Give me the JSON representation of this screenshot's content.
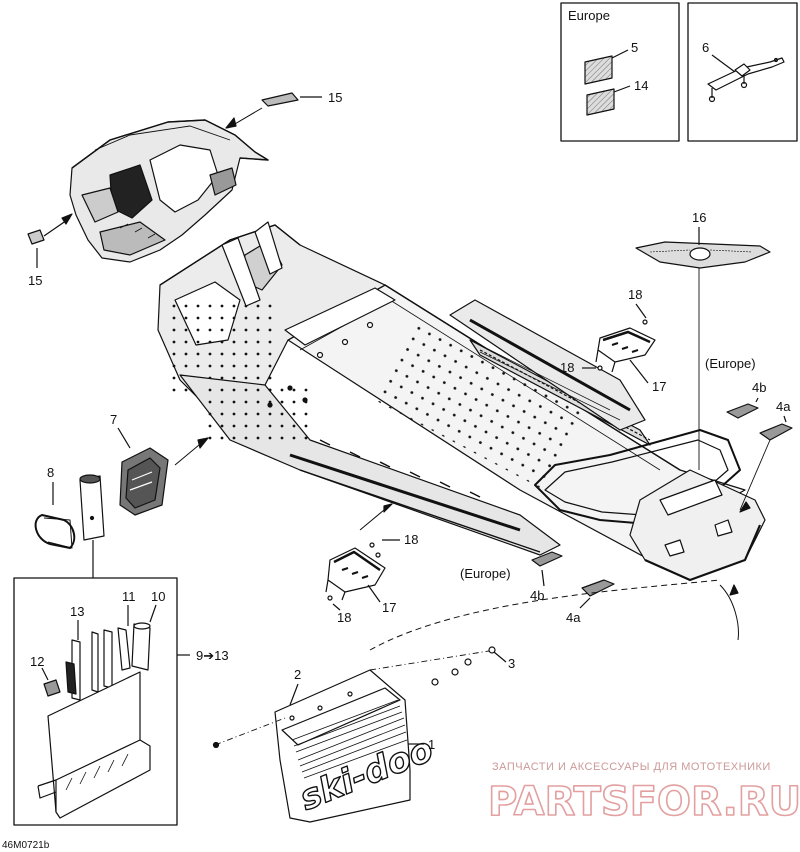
{
  "diagram": {
    "code": "46M0721b",
    "inset_europe": {
      "title": "Europe",
      "labels": [
        "5",
        "14"
      ]
    },
    "inset_six": {
      "labels": [
        "6"
      ]
    },
    "labels": {
      "l15_top": "15",
      "l15_left": "15",
      "l16": "16",
      "l18_rt": "18",
      "l18_rl": "18",
      "l17_r": "17",
      "europe_r": "(Europe)",
      "l4b_r": "4b",
      "l4a_r": "4a",
      "l7": "7",
      "l8": "8",
      "l18_bt": "18",
      "l17_b": "17",
      "l18_bb": "18",
      "europe_b": "(Europe)",
      "l4b_b": "4b",
      "l4a_b": "4a",
      "l13": "13",
      "l11": "11",
      "l10": "10",
      "l12": "12",
      "l9_13": "9➔13",
      "l2": "2",
      "l3": "3",
      "l1": "1"
    },
    "flap_logo": "ski-doo",
    "watermark": {
      "tagline": "ЗАПЧАСТИ И АКСЕССУАРЫ ДЛЯ МОТОТЕХНИКИ",
      "brand": "PARTSFOR.RU"
    }
  }
}
